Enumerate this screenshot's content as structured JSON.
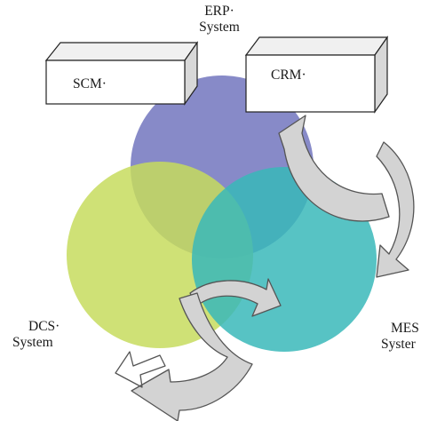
{
  "labels": {
    "erp_line1": "ERP·",
    "erp_line2": "System",
    "scm": "SCM·",
    "crm": "CRM·",
    "dcs_line1": "DCS·",
    "dcs_line2": "System",
    "mes_line1": "MES",
    "mes_line2": "Syster"
  },
  "colors": {
    "erp_circle": "#7a7dc2",
    "dcs_circle": "#c7dc5e",
    "mes_circle": "#3ab9ba",
    "box_face": "#ffffff",
    "box_top": "#f0f0f0",
    "box_side": "#d8d8d8",
    "arrow_fill": "#d3d3d3",
    "arrow_stroke": "#555555"
  }
}
